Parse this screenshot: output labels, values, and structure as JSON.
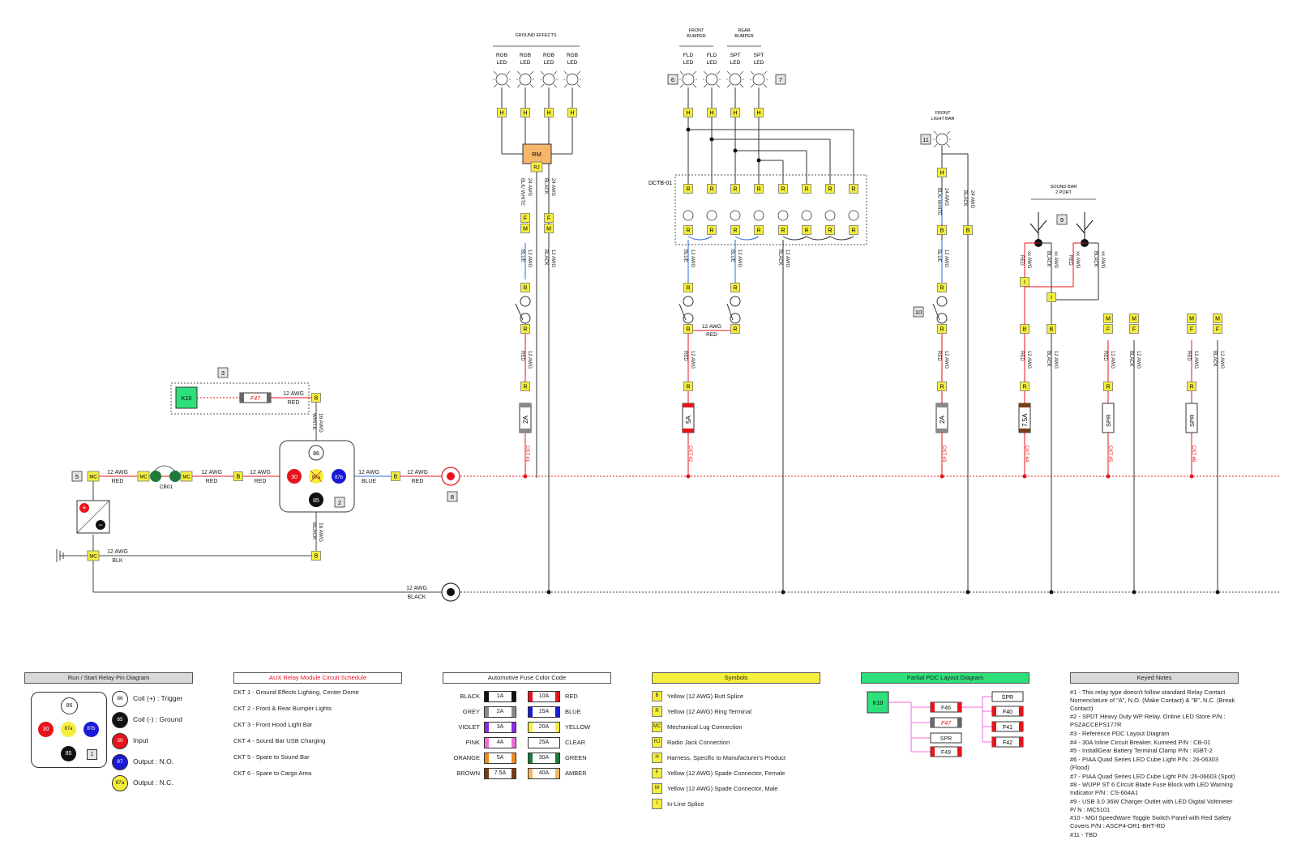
{
  "header_labels": {
    "ground_effects": "GROUND EFFECTS",
    "front_bumper": [
      "FRONT",
      "BUMPER"
    ],
    "rear_bumper": [
      "REAR",
      "BUMPER"
    ],
    "front_light_bar": [
      "FRONT",
      "LIGHT BAR"
    ],
    "sound_bar": [
      "SOUND BAR",
      "2 PORT"
    ],
    "dctb": "DCTB-01"
  },
  "lights": {
    "rgb": [
      "RGB",
      "LED"
    ],
    "fld": [
      "FLD",
      "LED"
    ],
    "spt": [
      "SPT",
      "LED"
    ]
  },
  "component_labels": {
    "rm": "RM",
    "rj": "RJ",
    "k10": "K10",
    "f47": "F47",
    "cb01": "CB01",
    "mc": "MC",
    "b": "B",
    "h": "H",
    "r": "R",
    "f": "F",
    "m": "M",
    "i": "I",
    "pin86": "86",
    "pin87a": "87a",
    "pin87b": "87b",
    "pin30": "30",
    "pin85": "85"
  },
  "callouts": [
    "1",
    "2",
    "3",
    "5",
    "6",
    "7",
    "8",
    "9",
    "10",
    "11"
  ],
  "fuses": {
    "ckt1": "2A",
    "ckt2": "5A",
    "ckt3": "2A",
    "ckt4": "7.5A",
    "ckt5": "SPR",
    "ckt6": "SPR"
  },
  "ckt_labels": [
    "CKT #1",
    "CKT #2",
    "CKT #3",
    "CKT #4",
    "CKT #5",
    "CKT #6"
  ],
  "wires": {
    "awg12": "12 AWG",
    "awg16": "16 AWG",
    "awg24": "24 AWG",
    "awgxx": "xx AWG",
    "red": "RED",
    "blue": "BLUE",
    "black": "BLACK",
    "blk": "BLK",
    "white": "WHITE",
    "blk_white": "BLK/ WHITE"
  },
  "legend_relay": {
    "title": "Run / Start Relay Pin Diagram",
    "items": [
      {
        "pin": "86",
        "text": "Coil (+) : Trigger",
        "color": "#ffffff",
        "text_color": "#111"
      },
      {
        "pin": "85",
        "text": "Coil (-) : Ground",
        "color": "#111111",
        "text_color": "#fff"
      },
      {
        "pin": "30",
        "text": "Input",
        "color": "#e8141b",
        "text_color": "#fff"
      },
      {
        "pin": "87",
        "text": "Output : N.O.",
        "color": "#1a1ad6",
        "text_color": "#fff"
      },
      {
        "pin": "87a",
        "text": "Output : N.C.",
        "color": "#f5ef3c",
        "text_color": "#111"
      }
    ]
  },
  "legend_aux": {
    "title": "AUX Relay Module Circuit Schedule",
    "items": [
      "CKT 1 - Ground Effects Lighting, Center Dome",
      "CKT 2 - Front & Rear Bumper Lights",
      "CKT 3 - Front Hood Light Bar",
      "CKT 4 - Sound Bar USB Charging",
      "CKT 5 - Spare to Sound Bar",
      "CKT 6 - Spare to Cargo Area"
    ]
  },
  "legend_fuse": {
    "title": "Automotive Fuse Color Code",
    "left": [
      {
        "name": "BLACK",
        "value": "1A",
        "color": "#111111"
      },
      {
        "name": "GREY",
        "value": "2A",
        "color": "#8a8a8a"
      },
      {
        "name": "VIOLET",
        "value": "3A",
        "color": "#8a2be2"
      },
      {
        "name": "PINK",
        "value": "4A",
        "color": "#f06bd8"
      },
      {
        "name": "ORANGE",
        "value": "5A",
        "color": "#f08a1c"
      },
      {
        "name": "BROWN",
        "value": "7.5A",
        "color": "#7a3e14"
      }
    ],
    "right": [
      {
        "name": "RED",
        "value": "10A",
        "color": "#e8141b"
      },
      {
        "name": "BLUE",
        "value": "15A",
        "color": "#1a1ad6"
      },
      {
        "name": "YELLOW",
        "value": "20A",
        "color": "#f5ef3c"
      },
      {
        "name": "CLEAR",
        "value": "25A",
        "color": "#ffffff"
      },
      {
        "name": "GREEN",
        "value": "30A",
        "color": "#1e7a3a"
      },
      {
        "name": "AMBER",
        "value": "40A",
        "color": "#f5b66a"
      }
    ]
  },
  "legend_symbols": {
    "title": "Symbols",
    "items": [
      {
        "code": "B",
        "text": "Yellow (12 AWG) Butt Splice"
      },
      {
        "code": "R",
        "text": "Yellow (12 AWG) Ring Terminal"
      },
      {
        "code": "MC",
        "text": "Mechanical Lug Connection"
      },
      {
        "code": "RJ",
        "text": "Radio Jack Connection"
      },
      {
        "code": "H",
        "text": "Harness, Specific to Manufacturer's Product"
      },
      {
        "code": "F",
        "text": "Yellow (12 AWG) Spade Connector, Female"
      },
      {
        "code": "M",
        "text": "Yellow (12 AWG) Spade Connector, Male"
      },
      {
        "code": "I",
        "text": "In-Line Splice"
      }
    ]
  },
  "legend_pdc": {
    "title": "Partial PDC Layout Diagram",
    "k10": "K10",
    "left_fuses": [
      "F46",
      "F47",
      "SPR",
      "F49"
    ],
    "right_fuses": [
      "SPR",
      "F40",
      "F41",
      "F42"
    ]
  },
  "legend_notes": {
    "title": "Keyed Notes",
    "items": [
      "#1 - This relay type doesn't follow standard Relay Contact Nomenclature of \"A\", N.O. (Make Contact) & \"B\", N.C. (Break Contact)",
      "#2 - SPDT Heavy Duty WP Relay. Online LED Store P/N : PSZACCEPS177R",
      "#3 - Reference PDC Layout Diagram",
      "#4 - 30A Inline Circuit Breaker. Kumeed P/N : CB-01",
      "#5 - InstallGear Battery Terminal Clamp P/N : IGBT-2",
      "#6 - PIAA Quad Series LED Cube Light P/N : 26-06303 (Flood)",
      "#7 - PIAA Quad Series LED Cube Light P/N :26-06603 (Spot)",
      "#8 - WUPP ST 6 Circuit Blade Fuse Block with LED Warning Indicator P/N : CS-664A1",
      "#9 - USB 3.0 36W Charger Outlet with LED Digital Voltmeter P/ N : MC5101",
      "#10 - MGI SpeedWare Toggle Switch Panel with Red Safety Covers P/N : ASCP4-OR1-BHT-RD",
      "#11 - TBD"
    ]
  },
  "colors": {
    "yellow": "#f5ef3c",
    "red_wire": "#e8141b",
    "blue_wire": "#2a6fd6",
    "green_k10": "#2ee07a",
    "rm_orange": "#f5b66a"
  }
}
